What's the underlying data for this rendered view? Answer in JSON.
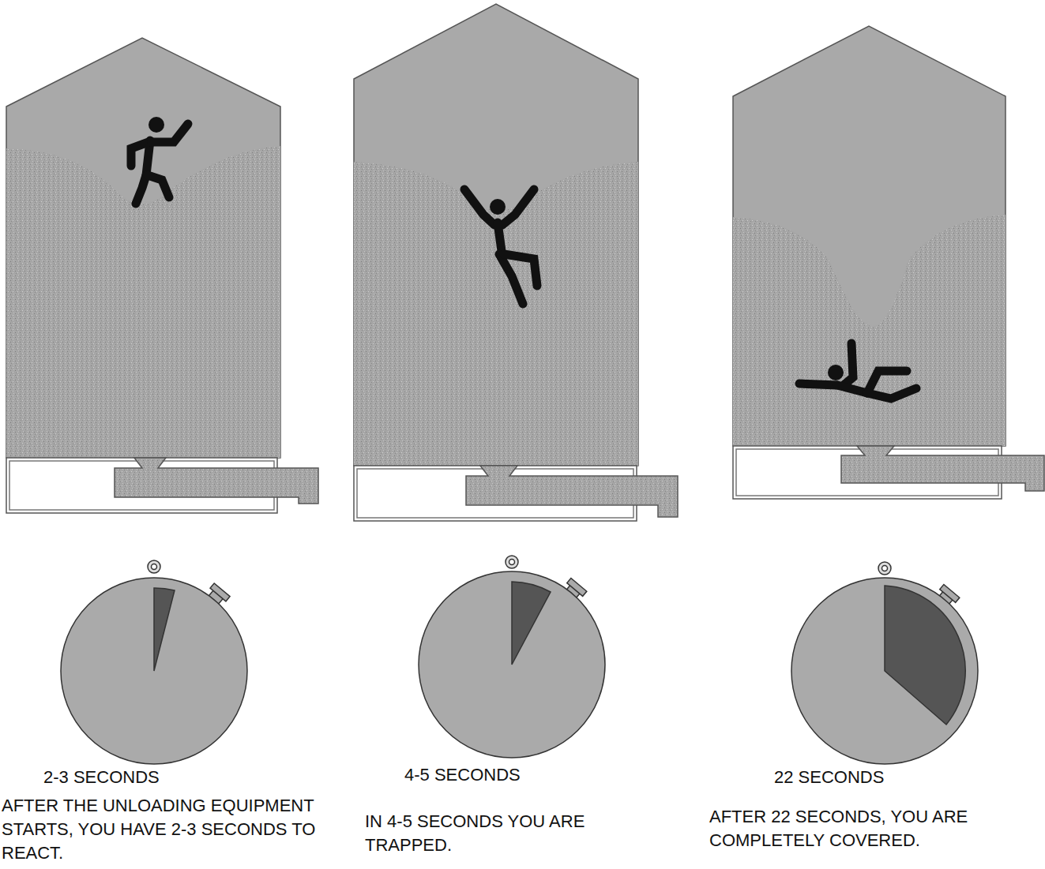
{
  "diagram": {
    "labels": [
      "2-3 SECONDS",
      "AFTER THE UNLOADING EQUIPMENT STARTS, YOU HAVE 2-3 SECONDS TO REACT.",
      "4-5 SECONDS",
      "IN 4-5 SECONDS YOU ARE TRAPPED.",
      "22 SECONDS",
      "AFTER 22 SECONDS, YOU ARE COMPLETELY COVERED."
    ]
  }
}
